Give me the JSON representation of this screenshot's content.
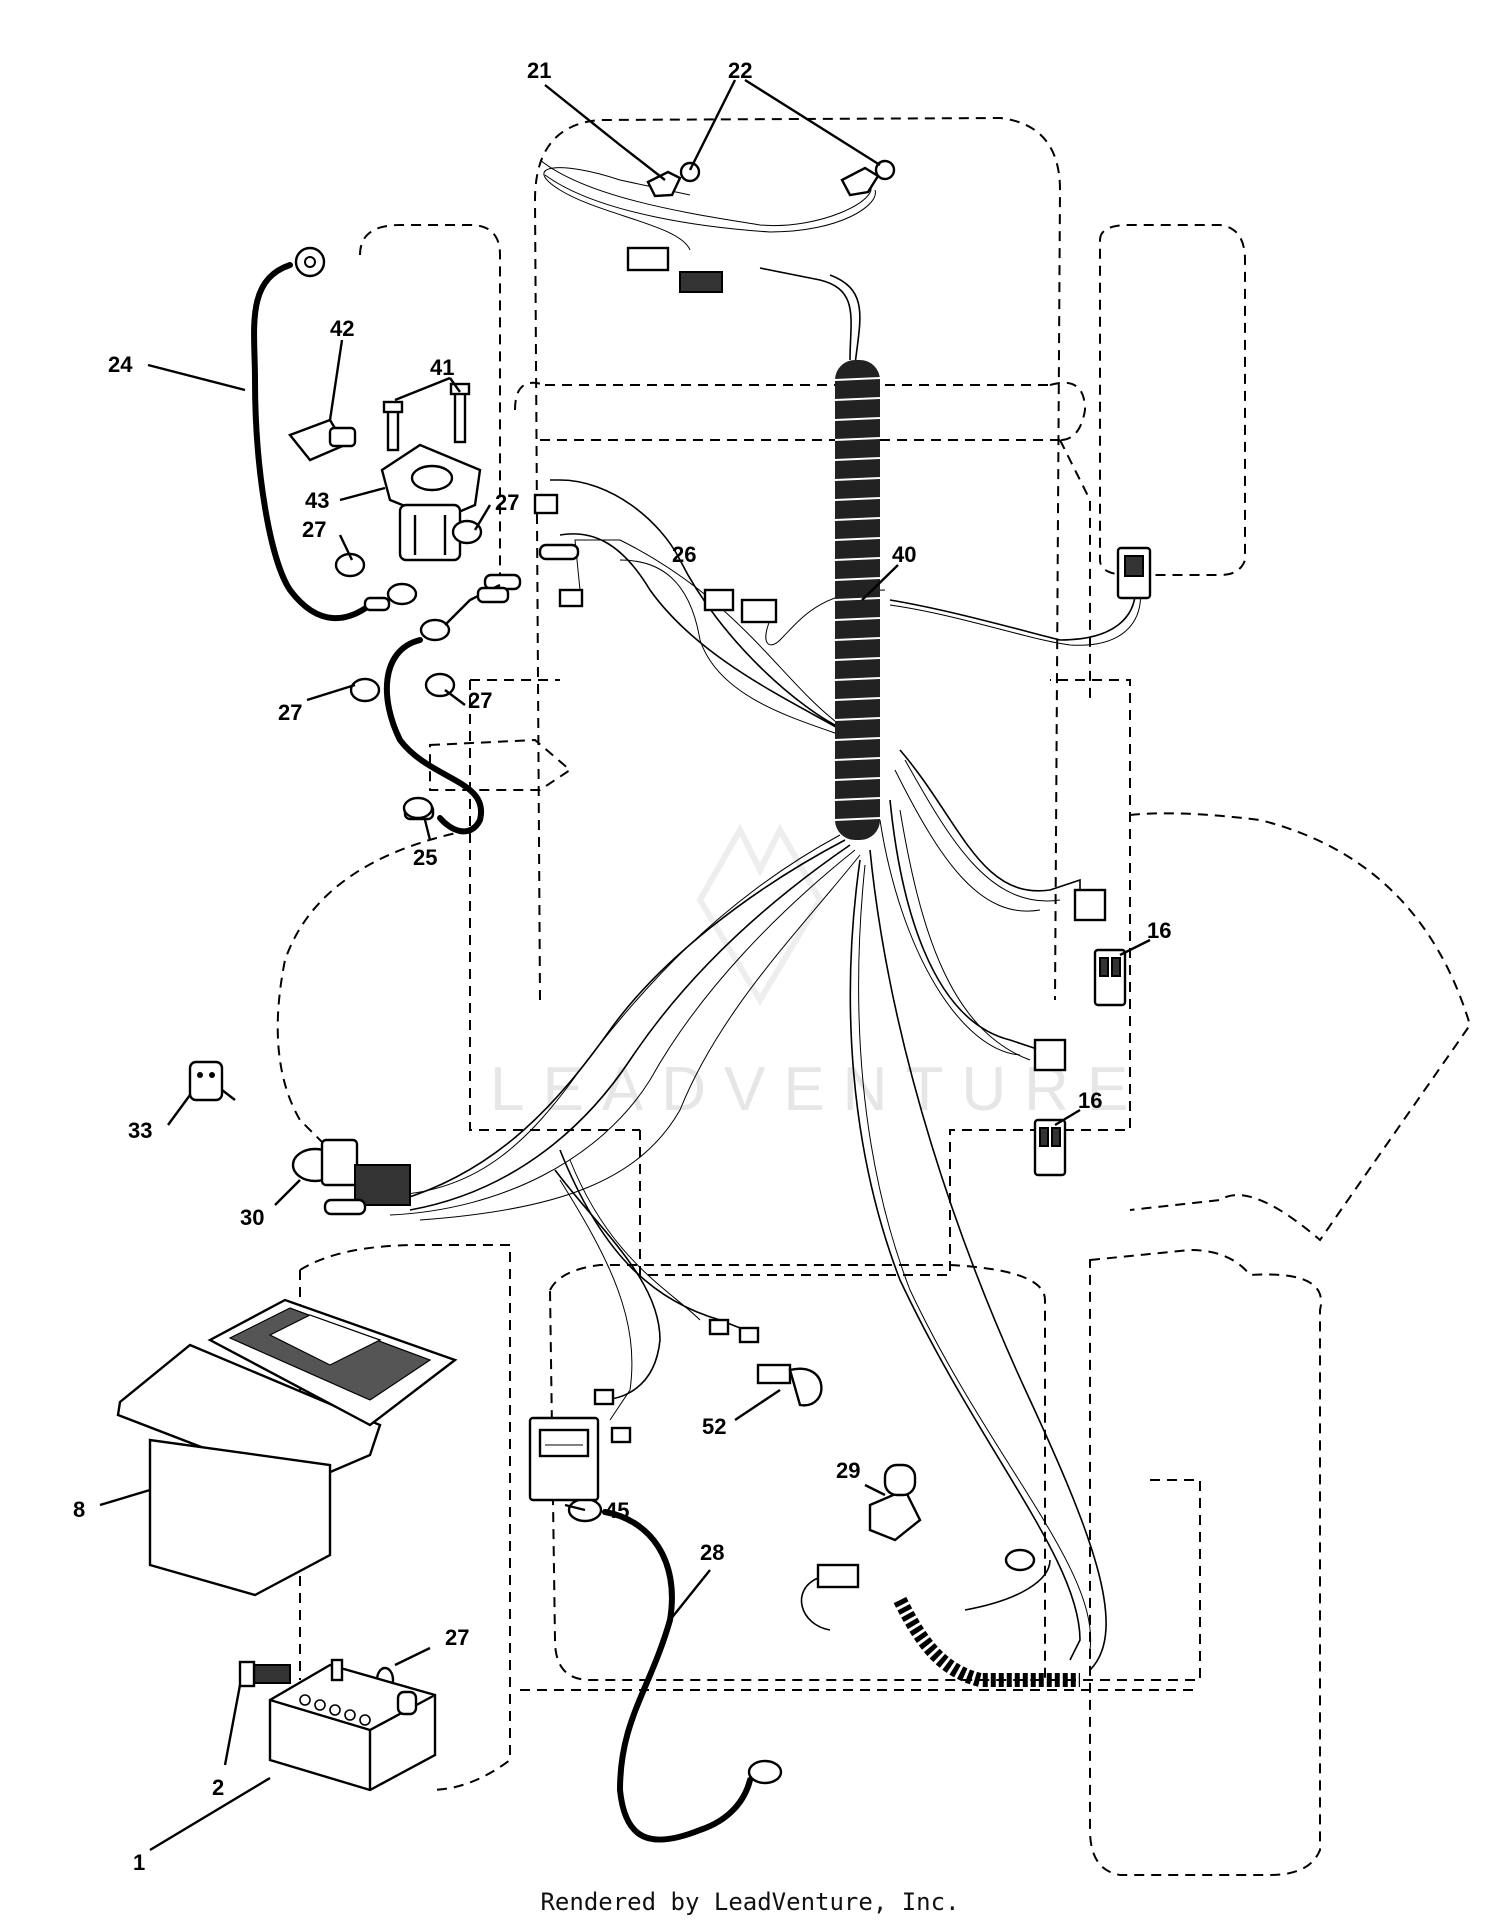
{
  "watermark": "LEADVENTURE",
  "footer": "Rendered by LeadVenture, Inc.",
  "callouts": {
    "c1": "1",
    "c2": "2",
    "c8": "8",
    "c16a": "16",
    "c16b": "16",
    "c21": "21",
    "c22": "22",
    "c24": "24",
    "c25": "25",
    "c26": "26",
    "c27a": "27",
    "c27b": "27",
    "c27c": "27",
    "c27d": "27",
    "c27e": "27",
    "c28": "28",
    "c29": "29",
    "c30": "30",
    "c33": "33",
    "c40": "40",
    "c41": "41",
    "c42": "42",
    "c43": "43",
    "c45": "45",
    "c52": "52"
  }
}
